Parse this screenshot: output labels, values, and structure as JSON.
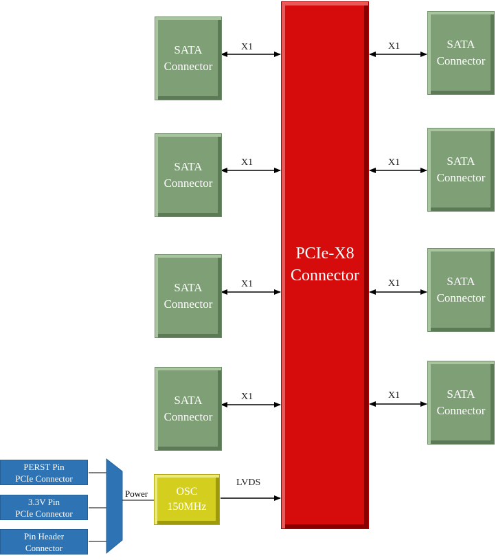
{
  "sata_label_line1": "SATA",
  "sata_label_line2": "Connector",
  "link_label": "X1",
  "pcie": {
    "line1": "PCIe-X8",
    "line2": "Connector"
  },
  "osc": {
    "line1": "OSC",
    "line2": "150MHz"
  },
  "lvds_label": "LVDS",
  "power_label": "Power",
  "sources": [
    {
      "line1": "PERST Pin",
      "line2": "PCIe Connector"
    },
    {
      "line1": "3.3V Pin",
      "line2": "PCIe Connector"
    },
    {
      "line1": "Pin Header",
      "line2": "Connector"
    }
  ],
  "colors": {
    "pcie": "#d60b0b",
    "sata": "#7f9f76",
    "osc": "#d4cf1e",
    "source": "#2e74b5",
    "mux": "#2e74b5"
  }
}
